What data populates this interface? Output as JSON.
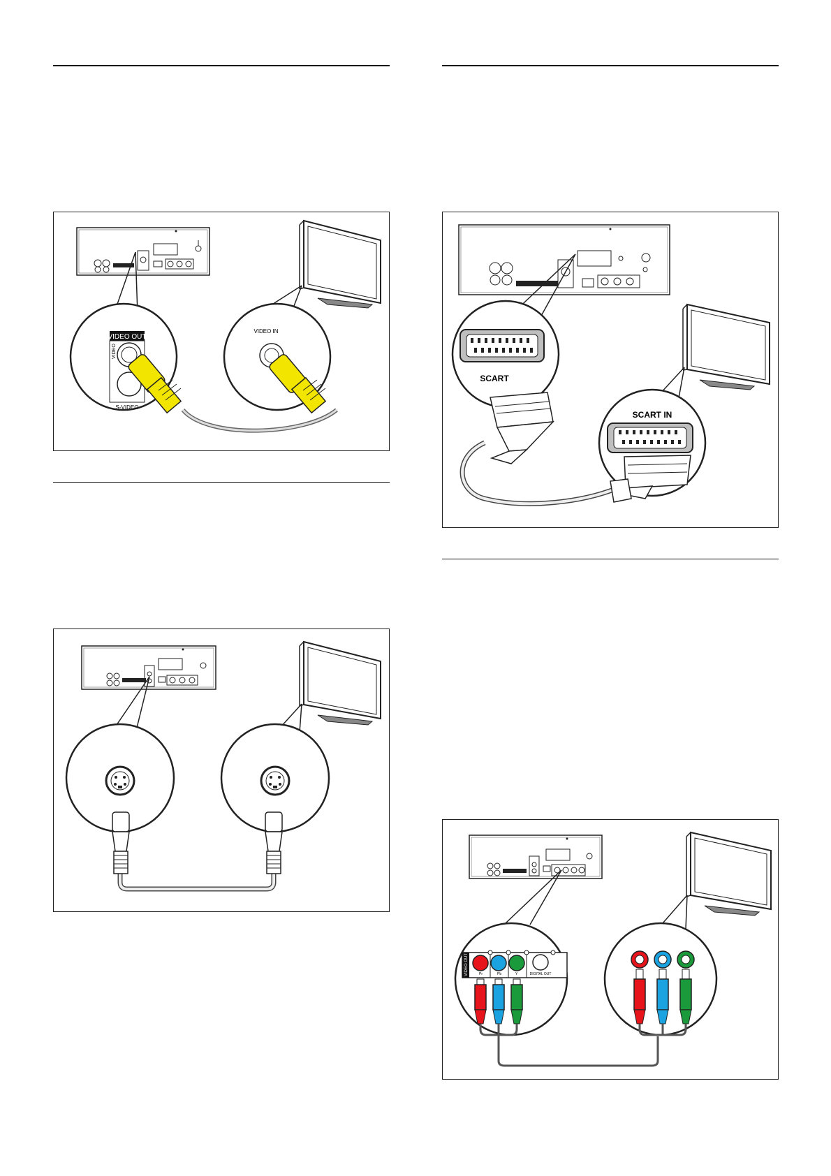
{
  "labels": {
    "video_out": "VIDEO OUT",
    "video": "VIDEO",
    "s_video": "S-VIDEO",
    "video_in": "VIDEO IN",
    "scart": "SCART",
    "scart_in": "SCART IN",
    "pr": "Pr",
    "pb": "Pb",
    "y": "Y",
    "digital_out": "DIGITAL OUT",
    "video_out_vertical": "VIDEO OUT"
  },
  "colors": {
    "composite_plug": "#f2e600",
    "component_red": "#e8141c",
    "component_blue": "#1aa3e0",
    "component_green": "#1a9a3a",
    "scart_gray": "#bfbfbf"
  }
}
